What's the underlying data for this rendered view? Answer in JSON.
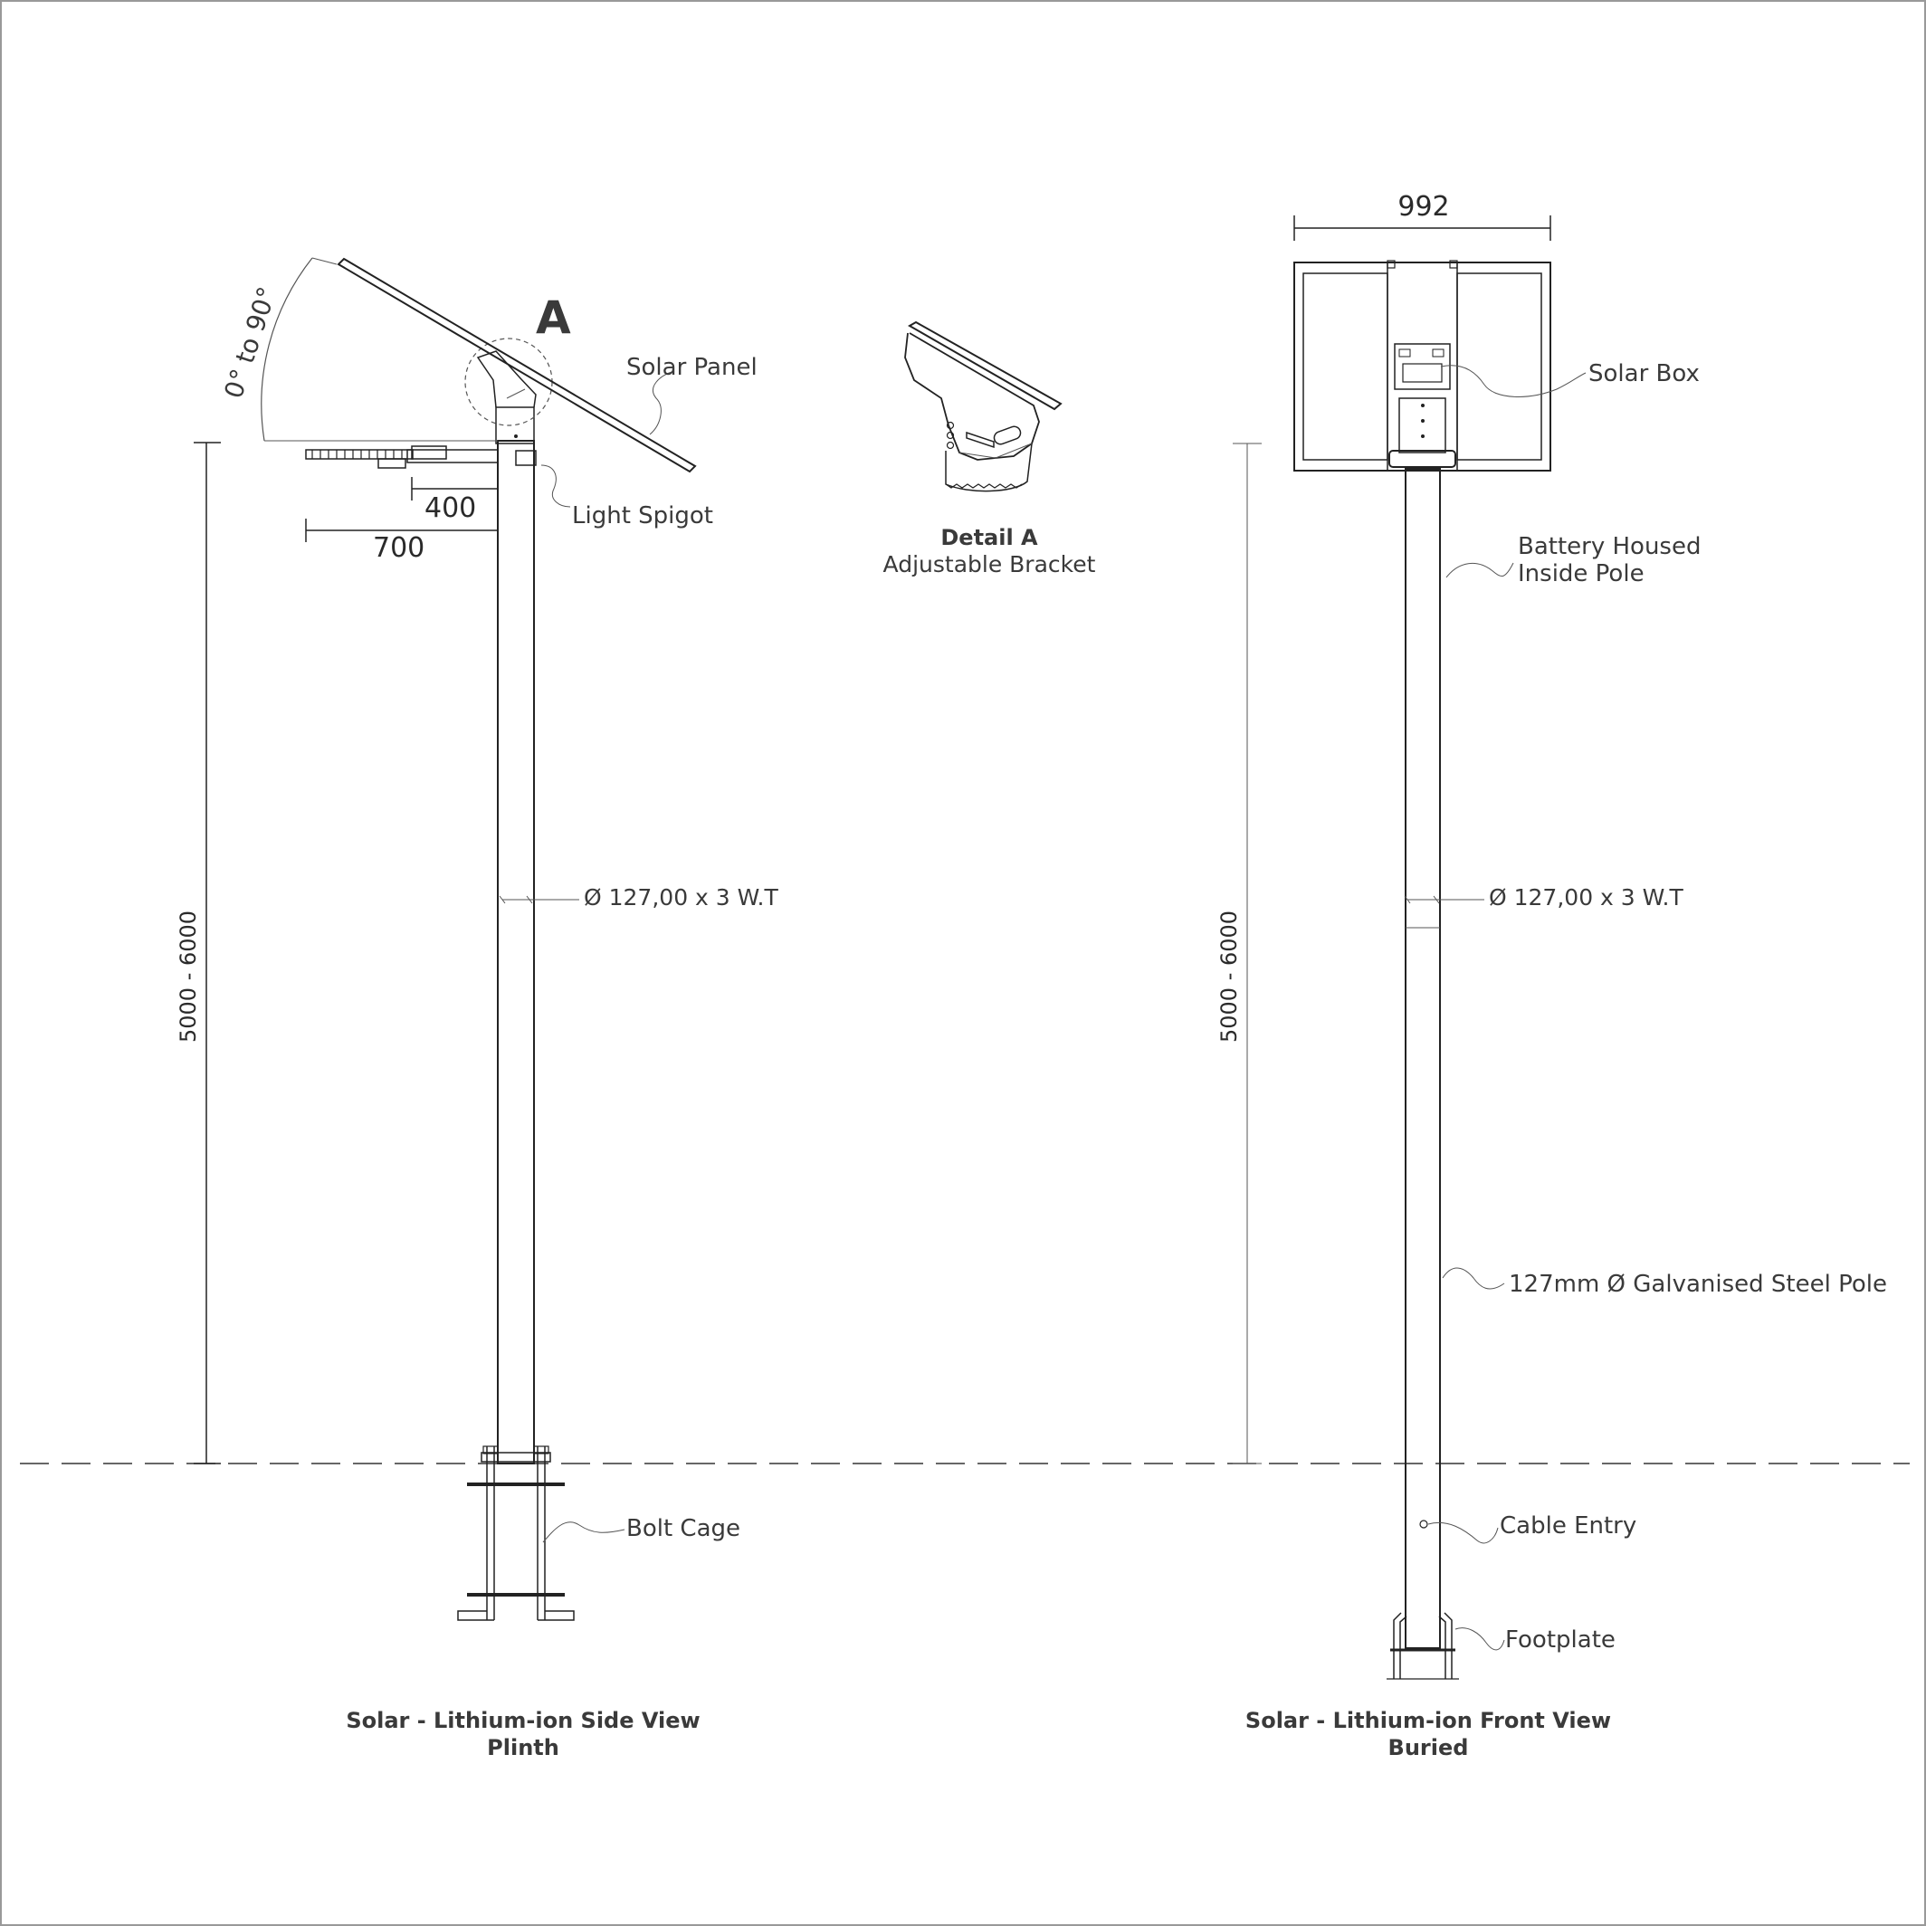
{
  "side_view": {
    "detail_marker": "A",
    "angle_label": "0° to 90°",
    "solar_panel": "Solar Panel",
    "light_spigot": "Light Spigot",
    "arm_dim_short": "400",
    "arm_dim_long": "700",
    "pole_diameter": "Ø 127,00  x 3 W.T",
    "height_dim": "5000 - 6000",
    "bolt_cage": "Bolt Cage",
    "title_line1": "Solar - Lithium-ion Side View",
    "title_line2": "Plinth"
  },
  "detail": {
    "title": "Detail A",
    "subtitle": "Adjustable Bracket"
  },
  "front_view": {
    "panel_width": "992",
    "solar_box": "Solar Box",
    "battery_line1": "Battery Housed",
    "battery_line2": "Inside Pole",
    "pole_diameter": "Ø 127,00  x 3 W.T",
    "pole_spec": "127mm Ø  Galvanised Steel Pole",
    "height_dim": "5000 - 6000",
    "cable_entry": "Cable Entry",
    "footplate": "Footplate",
    "title_line1": "Solar - Lithium-ion Front View",
    "title_line2": "Buried"
  },
  "colors": {
    "line": "#222222",
    "text": "#3a3a3a",
    "border": "#999999"
  }
}
